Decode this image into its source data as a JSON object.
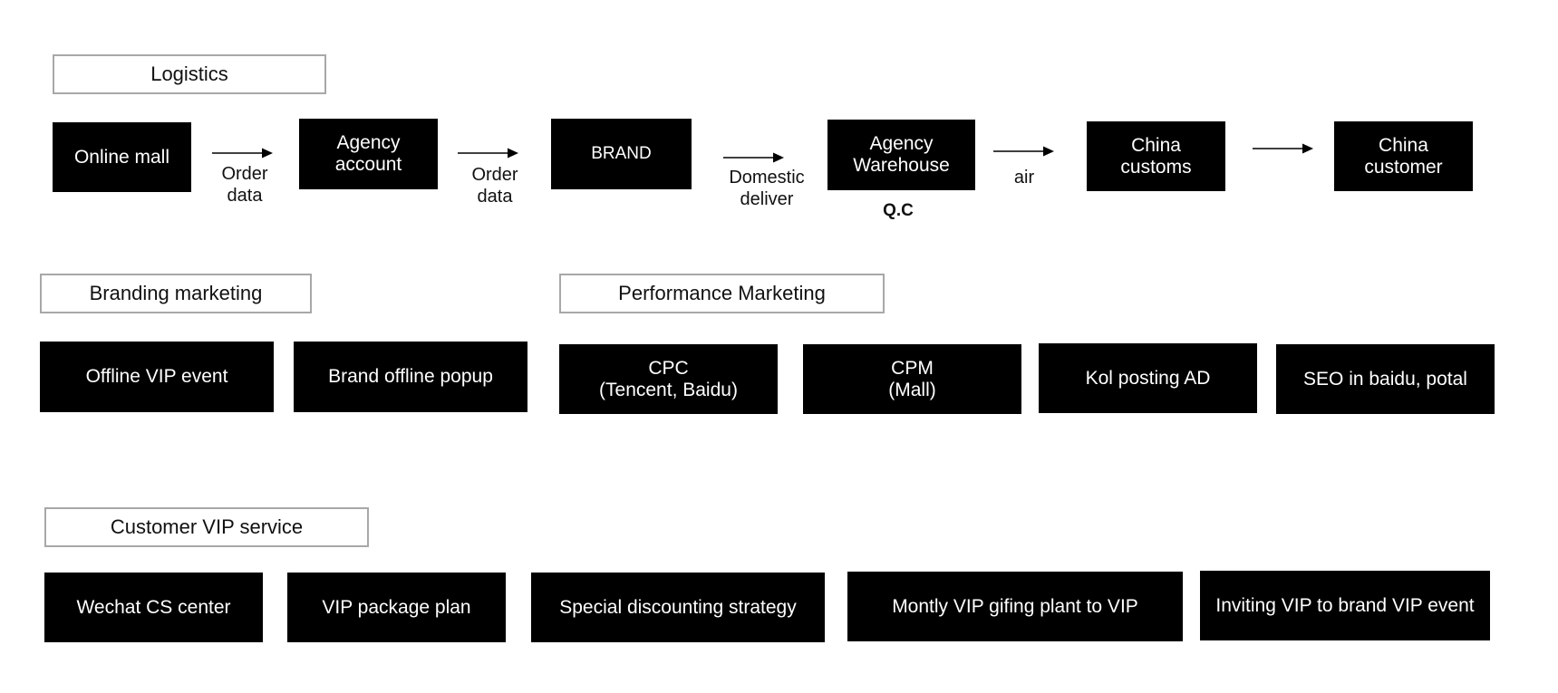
{
  "logistics": {
    "title": "Logistics",
    "nodes": {
      "online_mall": "Online mall",
      "agency_account": "Agency\naccount",
      "brand": "BRAND",
      "agency_warehouse": "Agency\nWarehouse",
      "china_customs": "China\ncustoms",
      "china_customer": "China\ncustomer"
    },
    "edges": {
      "mall_to_agency": "Order\ndata",
      "agency_to_brand": "Order\ndata",
      "brand_to_warehouse": "Domestic\ndeliver",
      "warehouse_to_customs": "air"
    },
    "warehouse_note": "Q.C"
  },
  "branding": {
    "title": "Branding marketing",
    "items": [
      "Offline VIP event",
      "Brand offline popup"
    ]
  },
  "performance": {
    "title": "Performance Marketing",
    "items": [
      "CPC\n(Tencent, Baidu)",
      "CPM\n(Mall)",
      "Kol posting AD",
      "SEO in baidu, potal"
    ]
  },
  "vip": {
    "title": "Customer VIP service",
    "items": [
      "Wechat CS center",
      "VIP package plan",
      "Special discounting strategy",
      "Montly VIP gifing plant to VIP",
      "Inviting VIP to brand VIP event"
    ]
  },
  "colors": {
    "node_fill": "#000000",
    "node_text": "#ffffff",
    "label_border": "#a8a8a8",
    "arrow": "#000000"
  }
}
